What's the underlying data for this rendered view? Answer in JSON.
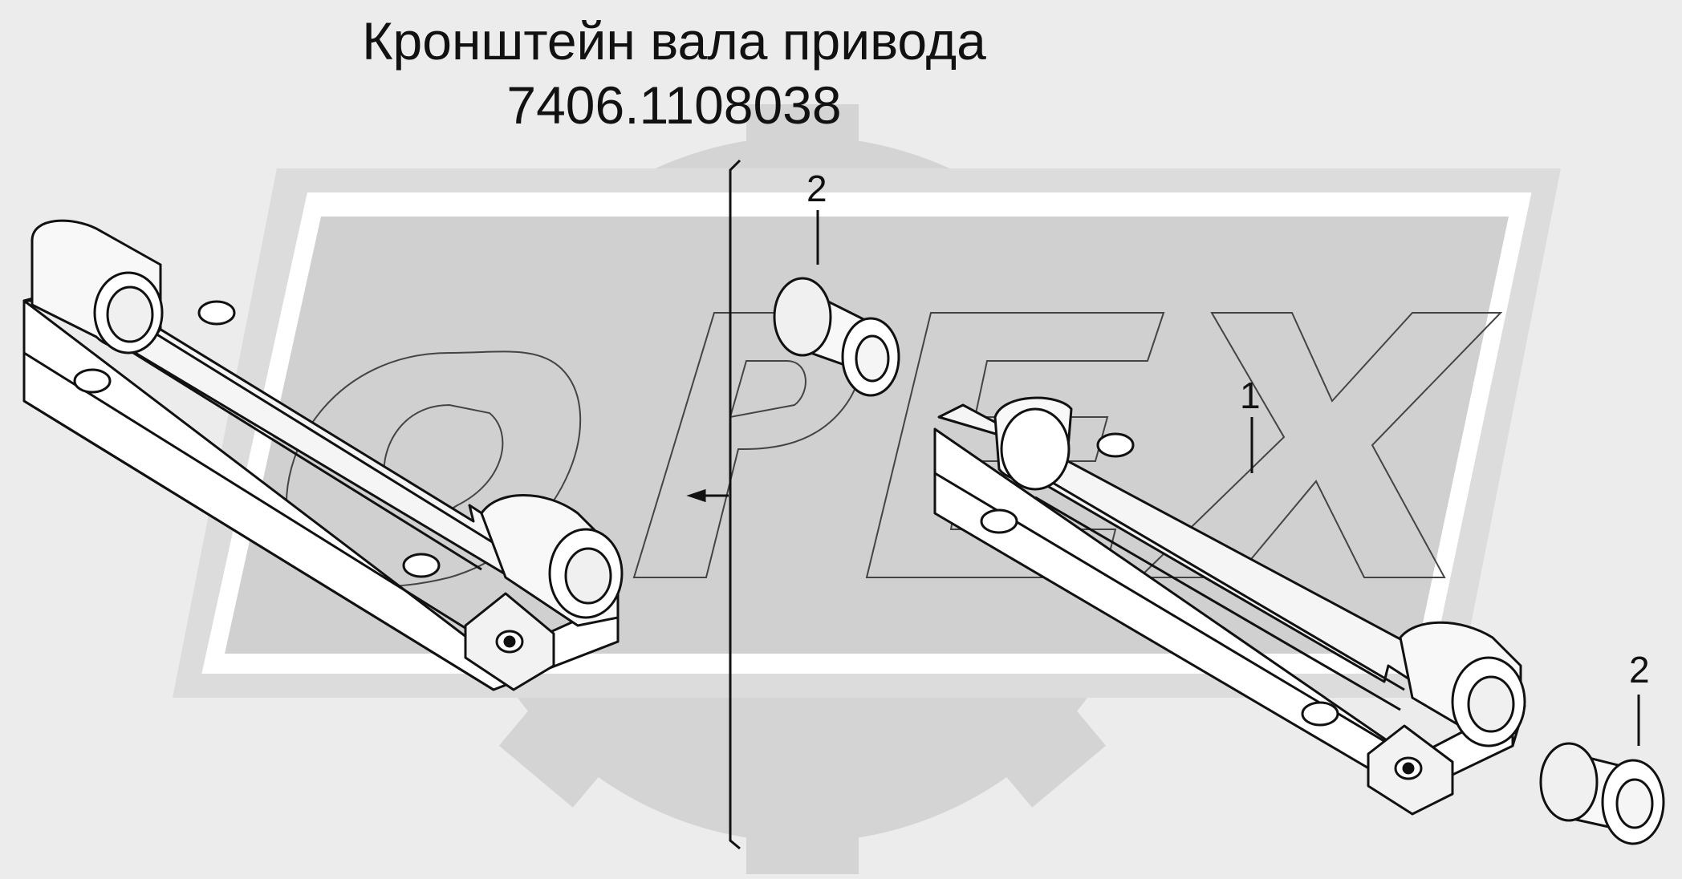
{
  "title": {
    "line1": "Кронштейн вала привода",
    "line2": "7406.1108038"
  },
  "callouts": {
    "bushing_top": "2",
    "bracket": "1",
    "bushing_bottom": "2"
  },
  "watermark": {
    "text": "OPEX"
  },
  "colors": {
    "background": "#ececec",
    "watermark_fill": "#d4d4d4",
    "line": "#111111"
  }
}
